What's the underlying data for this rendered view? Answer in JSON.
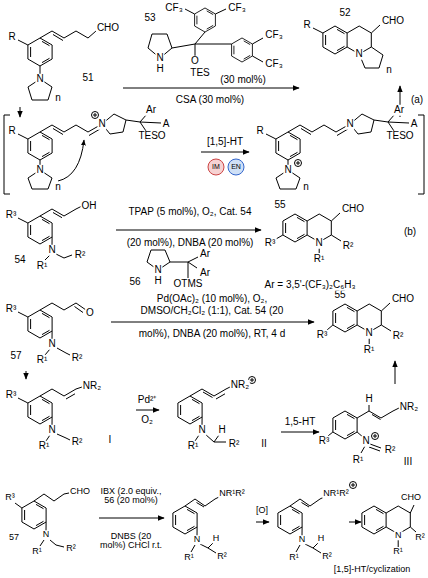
{
  "diagram": {
    "nodes": [
      {
        "text": [
          "R",
          "CHO",
          "N",
          "n",
          "51"
        ]
      },
      {
        "text": [
          "R",
          "CHO",
          "N",
          "n",
          "52"
        ]
      },
      {
        "text": [
          "R",
          "N",
          "n",
          "N",
          "TESO",
          "Ar",
          "A"
        ]
      },
      {
        "text": [
          "R",
          "N",
          "n",
          "N",
          "TESO",
          "Ar",
          "A"
        ]
      },
      {
        "text": [
          "R³",
          "OH",
          "N",
          "R¹",
          "R²",
          "54"
        ]
      },
      {
        "text": [
          "R³",
          "CHO",
          "N",
          "R¹",
          "R²",
          "55"
        ]
      },
      {
        "text": [
          "R³",
          "O",
          "N",
          "R¹",
          "R²",
          "57"
        ]
      },
      {
        "text": [
          "R³",
          "CHO",
          "N",
          "R¹",
          "R²",
          "55"
        ]
      },
      {
        "text": [
          "R³",
          "NR₂",
          "N",
          "R¹",
          "R²",
          "I"
        ]
      },
      {
        "text": [
          "NR₂",
          "N",
          "H",
          "R¹",
          "R²",
          "II"
        ]
      },
      {
        "text": [
          "H",
          "R³",
          "NR₂",
          "N",
          "R¹",
          "R²",
          "III"
        ]
      },
      {
        "text": [
          "R³",
          "CHO",
          "N",
          "R¹",
          "R²",
          "57"
        ]
      },
      {
        "text": [
          "NR¹R²",
          "N",
          "H",
          "R¹",
          "R²"
        ]
      },
      {
        "text": [
          "NR¹R²",
          "N",
          "H",
          "R¹",
          "R²"
        ]
      },
      {
        "text": [
          "CHO",
          "N",
          "R¹",
          "R²"
        ]
      }
    ],
    "edges": [
      {
        "from": 0,
        "to": 1,
        "arrow": "to"
      },
      {
        "from": 0,
        "to": 2,
        "arrow": "to"
      },
      {
        "from": 2,
        "to": 3,
        "label": "[1,5]-HT",
        "arrow": "to"
      },
      {
        "from": 3,
        "to": 1,
        "arrow": "to"
      },
      {
        "from": 4,
        "to": 5,
        "arrow": "to"
      },
      {
        "from": 6,
        "to": 7,
        "arrow": "to"
      },
      {
        "from": 6,
        "to": 8,
        "arrow": "to"
      },
      {
        "from": 8,
        "to": 9,
        "label": "Pd²⁺",
        "arrow": "to"
      },
      {
        "from": 9,
        "to": 10,
        "label": "1,5-HT",
        "arrow": "to"
      },
      {
        "from": 10,
        "to": 7,
        "arrow": "to"
      },
      {
        "from": 11,
        "to": 12,
        "arrow": "to"
      },
      {
        "from": 12,
        "to": 13,
        "label": "[O]",
        "arrow": "to"
      },
      {
        "from": 13,
        "to": 14,
        "label": "[1,5]-HT/cyclization",
        "arrow": "to"
      }
    ],
    "labels": [
      "(a)",
      "53",
      "CF₃",
      "CF₃",
      "CF₃",
      "CF₃",
      "N",
      "H",
      "O",
      "TES",
      "(30 mol%)",
      "CSA (30 mol%)",
      "IM",
      "EN",
      "(b)",
      "TPAP (5 mol%), O₂, Cat. 54",
      "(20 mol%), DNBA (20 mol%)",
      "56",
      "N",
      "H",
      "OTMS",
      "Ar",
      "Ar",
      "Ar = 3,5'-(CF₃)₂C₆H₃",
      "Pd(OAc)₂ (10 mol%), O₂,",
      "DMSO/CH₂Cl₂ (1:1), Cat. 54 (20",
      "mol%), DNBA (20 mol%), RT, 4 d",
      "O₂",
      "IBX (2.0 equiv., 56 (20 mol%)",
      "DNBS (20 mol%) CHCl r.t."
    ]
  }
}
